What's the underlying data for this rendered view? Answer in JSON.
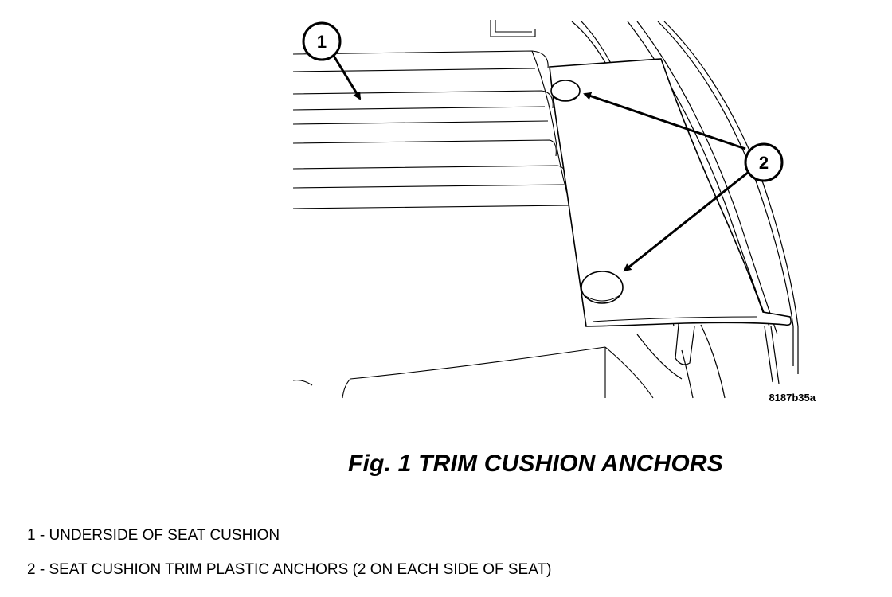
{
  "figure": {
    "id_code": "8187b35a",
    "callouts": [
      {
        "number": "1"
      },
      {
        "number": "2"
      }
    ]
  },
  "caption": "Fig. 1 TRIM CUSHION ANCHORS",
  "legend": [
    {
      "text": "1 - UNDERSIDE OF SEAT CUSHION"
    },
    {
      "text": "2 - SEAT CUSHION TRIM PLASTIC ANCHORS (2 ON EACH SIDE OF SEAT)"
    }
  ]
}
